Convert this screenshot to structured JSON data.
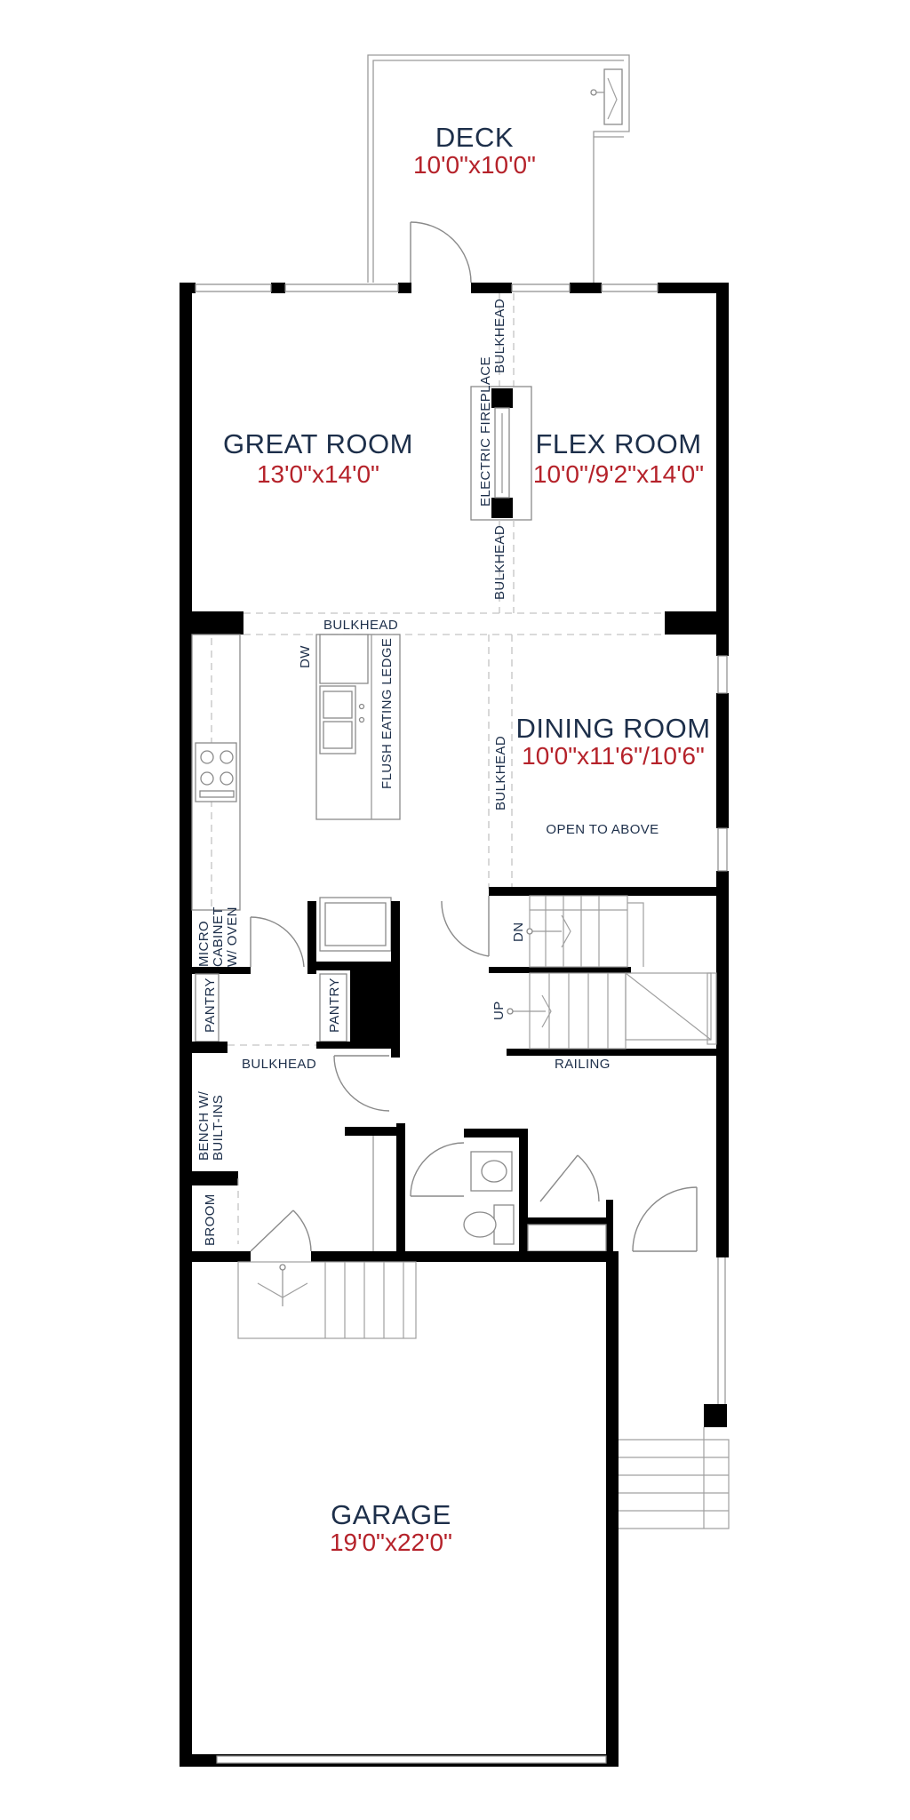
{
  "rooms": {
    "deck": {
      "name": "DECK",
      "dims": "10'0\"x10'0\""
    },
    "great_room": {
      "name": "GREAT ROOM",
      "dims": "13'0\"x14'0\""
    },
    "flex_room": {
      "name": "FLEX ROOM",
      "dims": "10'0\"/9'2\"x14'0\""
    },
    "dining_room": {
      "name": "DINING ROOM",
      "dims": "10'0\"x11'6\"/10'6\""
    },
    "garage": {
      "name": "GARAGE",
      "dims": "19'0\"x22'0\""
    }
  },
  "labels": {
    "bulkhead": "BULKHEAD",
    "electric_fireplace": "ELECTRIC FIREPLACE",
    "dw": "DW",
    "flush_eating_ledge": "FLUSH EATING LEDGE",
    "open_to_above": "OPEN TO ABOVE",
    "micro": "MICRO",
    "cabinet": "CABINET",
    "w_oven": "W/ OVEN",
    "pantry": "PANTRY",
    "dn": "DN",
    "up": "UP",
    "railing": "RAILING",
    "bench_w": "BENCH W/",
    "built_ins": "BUILT-INS",
    "broom": "BROOM"
  },
  "colors": {
    "room_name": "#1d2f4a",
    "room_dims": "#b5222a",
    "wall": "#000000"
  }
}
